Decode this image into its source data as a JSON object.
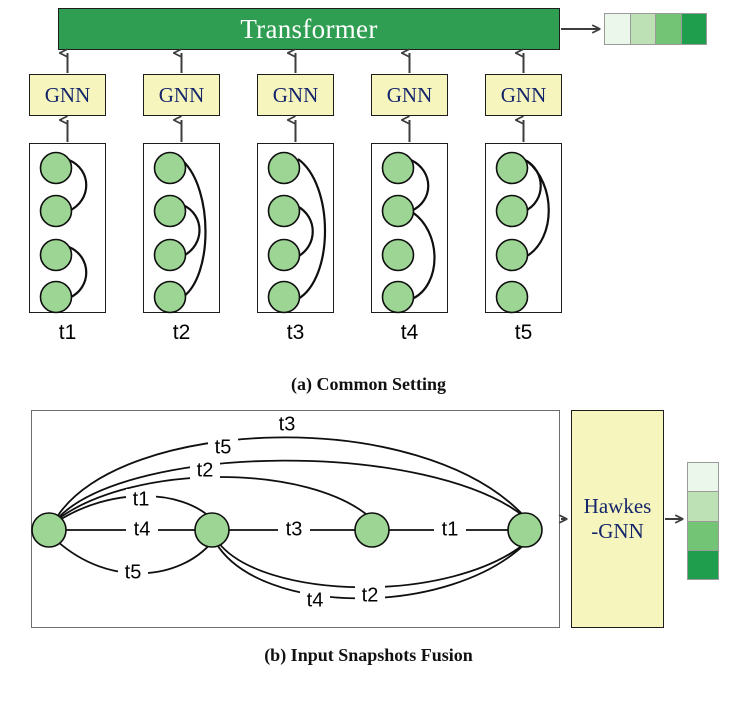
{
  "figure": {
    "top_panel": {
      "transformer": {
        "label": "Transformer",
        "color": "#2f9e52",
        "text_color": "#ffffff"
      },
      "gnn_blocks": [
        {
          "label": "GNN"
        },
        {
          "label": "GNN"
        },
        {
          "label": "GNN"
        },
        {
          "label": "GNN"
        },
        {
          "label": "GNN"
        }
      ],
      "gnn_color": "#f5f5bd",
      "gnn_text_color": "#15256b",
      "snapshots": [
        {
          "tick": "t1",
          "nodes": 4,
          "edges": [
            [
              1,
              2
            ],
            [
              3,
              4
            ]
          ]
        },
        {
          "tick": "t2",
          "nodes": 4,
          "edges": [
            [
              1,
              4
            ],
            [
              2,
              3
            ]
          ]
        },
        {
          "tick": "t3",
          "nodes": 4,
          "edges": [
            [
              1,
              4
            ],
            [
              2,
              3
            ]
          ]
        },
        {
          "tick": "t4",
          "nodes": 4,
          "edges": [
            [
              1,
              2
            ],
            [
              2,
              4
            ]
          ]
        },
        {
          "tick": "t5",
          "nodes": 4,
          "edges": [
            [
              1,
              2
            ],
            [
              1,
              3
            ]
          ]
        }
      ],
      "output_strip": {
        "cells": [
          "#ecf7ec",
          "#bde0b5",
          "#74c476",
          "#1f9e4e"
        ]
      }
    },
    "caption_a": "(a) Common Setting",
    "bottom_panel": {
      "nodes": [
        {
          "id": "n1"
        },
        {
          "id": "n2"
        },
        {
          "id": "n3"
        },
        {
          "id": "n4"
        }
      ],
      "edges": [
        {
          "from": "n1",
          "to": "n4",
          "label": "t3"
        },
        {
          "from": "n1",
          "to": "n4",
          "label": "t5"
        },
        {
          "from": "n1",
          "to": "n3",
          "label": "t2"
        },
        {
          "from": "n1",
          "to": "n2",
          "label": "t1"
        },
        {
          "from": "n1",
          "to": "n2",
          "label": "t4"
        },
        {
          "from": "n2",
          "to": "n3",
          "label": "t3"
        },
        {
          "from": "n3",
          "to": "n4",
          "label": "t1"
        },
        {
          "from": "n1",
          "to": "n2",
          "label": "t5"
        },
        {
          "from": "n2",
          "to": "n4",
          "label": "t4"
        },
        {
          "from": "n2",
          "to": "n4",
          "label": "t2"
        }
      ],
      "hawkes": {
        "line1": "Hawkes",
        "line2": "-GNN"
      },
      "output_strip": {
        "cells": [
          "#ecf7ec",
          "#bde0b5",
          "#74c476",
          "#1f9e4e"
        ]
      }
    },
    "caption_b": "(b) Input Snapshots Fusion",
    "node_color": "#9dd694",
    "node_stroke": "#0f0f0f"
  }
}
